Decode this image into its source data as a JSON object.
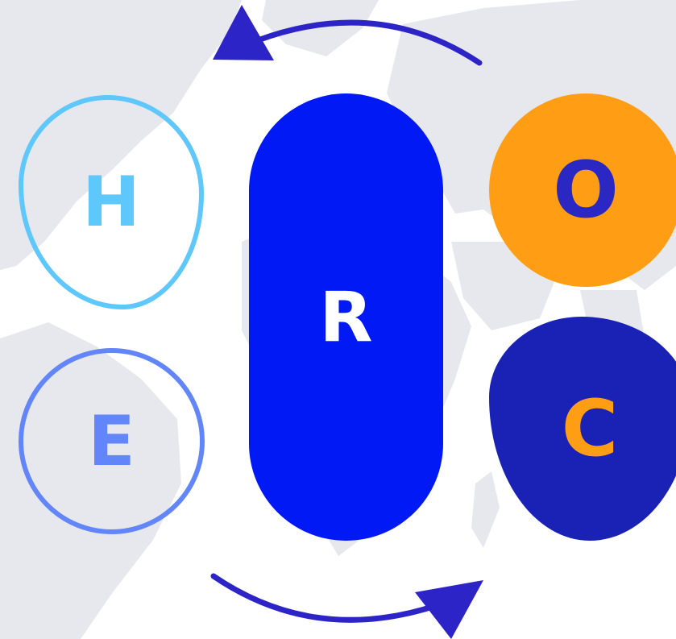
{
  "colors": {
    "background": "#ffffff",
    "map": "#e6e8ed",
    "h_outline": "#5ec7fb",
    "e_outline": "#6286f9",
    "r_fill": "#0019f5",
    "o_fill": "#ff9e15",
    "o_letter": "#2a27c2",
    "c_fill": "#1a22b6",
    "c_letter": "#ff9e15",
    "r_letter": "#ffffff",
    "arrow": "#2c24c6"
  },
  "shapes": {
    "h": {
      "letter": "H",
      "style": "outlined blob"
    },
    "e": {
      "letter": "E",
      "style": "outlined circle"
    },
    "r": {
      "letter": "R",
      "style": "filled capsule"
    },
    "o": {
      "letter": "O",
      "style": "filled circle"
    },
    "c": {
      "letter": "C",
      "style": "filled blob"
    }
  },
  "arrows": [
    {
      "name": "top-arrow",
      "direction": "leftward"
    },
    {
      "name": "bottom-arrow",
      "direction": "rightward"
    }
  ],
  "background_graphic": "world-map-icon"
}
